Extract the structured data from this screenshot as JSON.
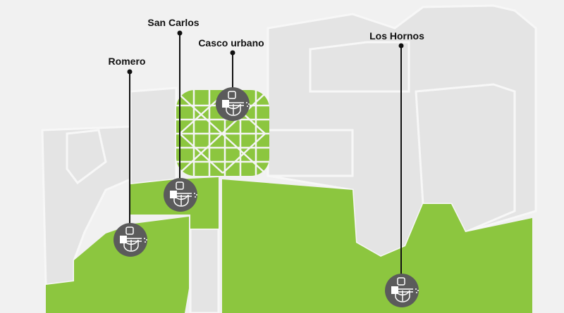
{
  "colors": {
    "background": "#f1f1f1",
    "district": "#e4e4e4",
    "highlight": "#8cc63f",
    "pin": "#5b5b5b",
    "line": "#111111"
  },
  "locations": [
    {
      "name": "Romero",
      "icon": "fumigation-sprayer-icon"
    },
    {
      "name": "San Carlos",
      "icon": "fumigation-sprayer-icon"
    },
    {
      "name": "Casco urbano",
      "icon": "fumigation-sprayer-icon"
    },
    {
      "name": "Los Hornos",
      "icon": "fumigation-sprayer-icon"
    }
  ]
}
